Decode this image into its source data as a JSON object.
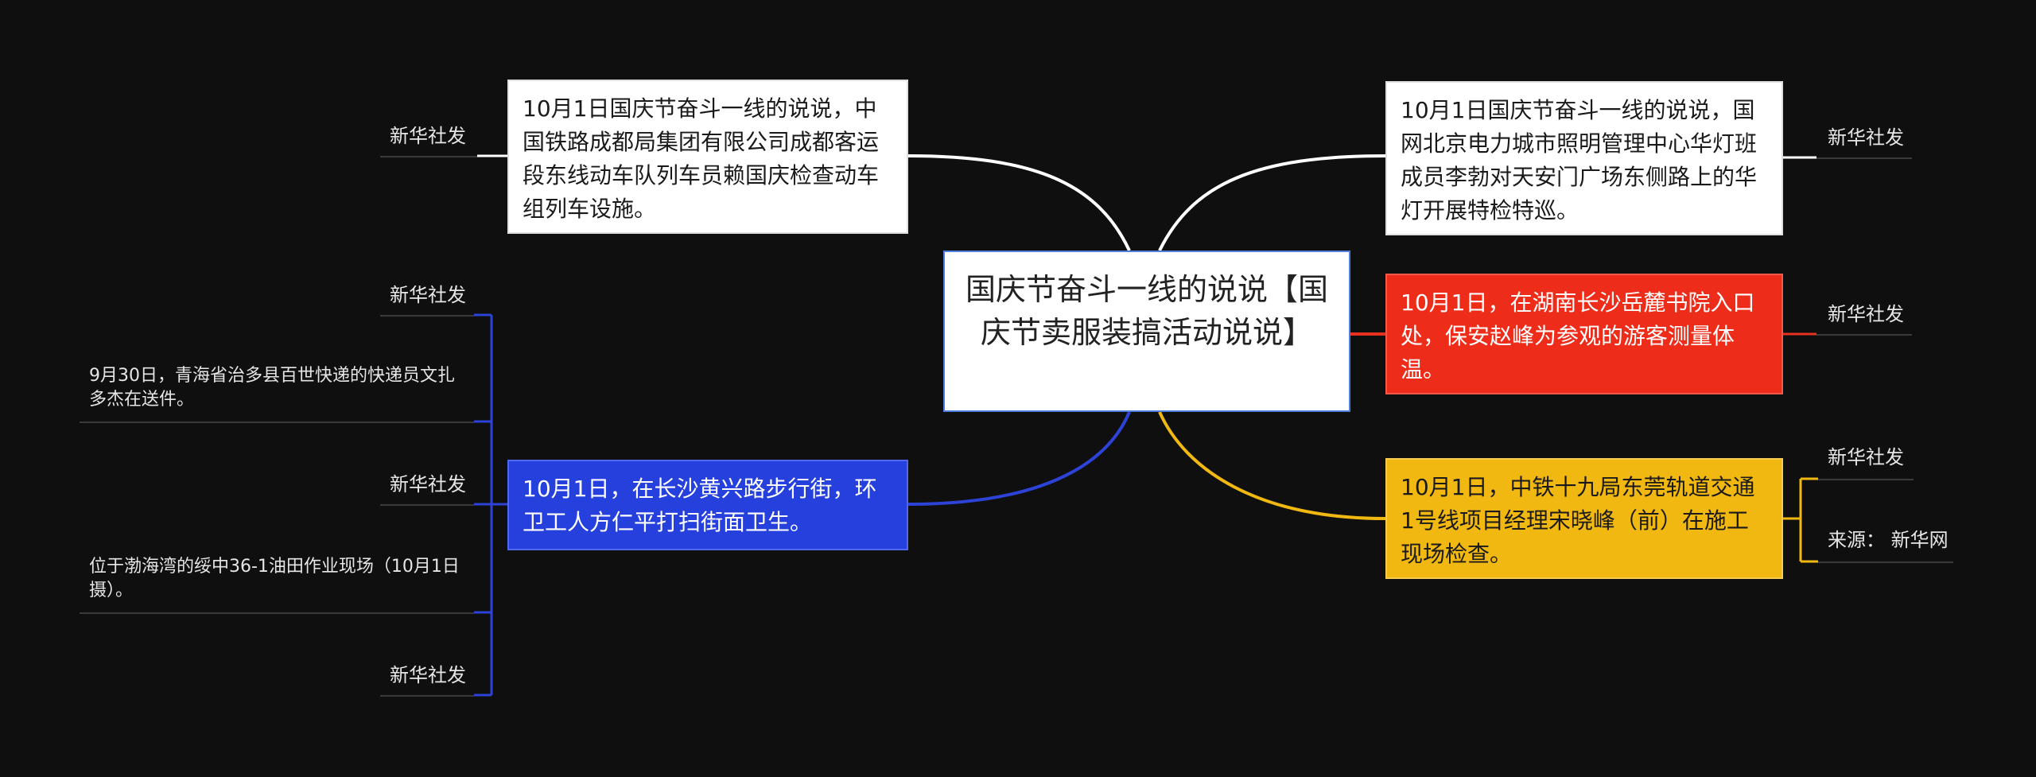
{
  "center": {
    "text": "国庆节奋斗一线的说说【国庆节卖服装搞活动说说】"
  },
  "branches": {
    "top_left": {
      "text": "10月1日国庆节奋斗一线的说说，中国铁路成都局集团有限公司成都客运段东线动车队列车员赖国庆检查动车组列车设施。",
      "leaf": "新华社发"
    },
    "top_right": {
      "text": "10月1日国庆节奋斗一线的说说，国网北京电力城市照明管理中心华灯班成员李勃对天安门广场东侧路上的华灯开展特检特巡。",
      "leaf": "新华社发"
    },
    "mid_right": {
      "text": "10月1日，在湖南长沙岳麓书院入口处，保安赵峰为参观的游客测量体温。",
      "leaf": "新华社发"
    },
    "bottom_left": {
      "text": "10月1日，在长沙黄兴路步行街，环卫工人方仁平打扫街面卫生。",
      "leaves": [
        "新华社发",
        "9月30日，青海省治多县百世快递的快递员文扎多杰在送件。",
        "新华社发",
        "位于渤海湾的绥中36-1油田作业现场（10月1日摄）。",
        "新华社发"
      ]
    },
    "bottom_right": {
      "text": "10月1日，中铁十九局东莞轨道交通1号线项目经理宋晓峰（前）在施工现场检查。",
      "leaves": [
        "新华社发",
        "来源： 新华网"
      ]
    }
  },
  "colors": {
    "background": "#0f0f0f",
    "edge_white": "#ffffff",
    "edge_red": "#e8321f",
    "edge_blue": "#2d43d8",
    "edge_yellow": "#f1b811",
    "node_red": "#ee2c1a",
    "node_blue": "#2540dc",
    "node_yellow": "#f1b811"
  }
}
